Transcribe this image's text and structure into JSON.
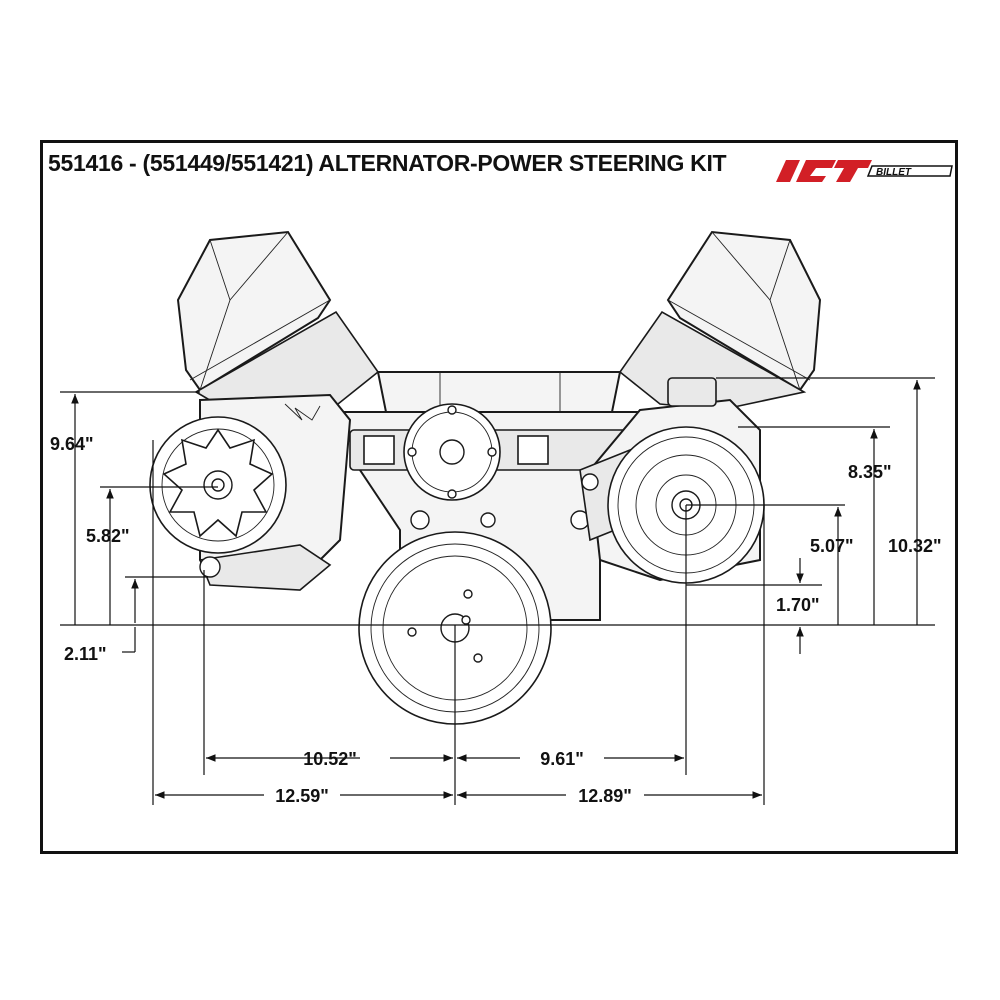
{
  "title": "551416 - (551449/551421) ALTERNATOR-POWER STEERING KIT",
  "logo": {
    "text": "ICT BILLET",
    "color": "#d21f26"
  },
  "dimensions": {
    "alt_height_top": "9.64\"",
    "alt_center": "5.82\"",
    "alt_pivot": "2.11\"",
    "ps_height_top": "10.32\"",
    "ps_upper": "8.35\"",
    "ps_center": "5.07\"",
    "ps_pivot": "1.70\"",
    "alt_to_crank": "10.52\"",
    "crank_to_ps": "9.61\"",
    "left_overall": "12.59\"",
    "right_overall": "12.89\""
  }
}
